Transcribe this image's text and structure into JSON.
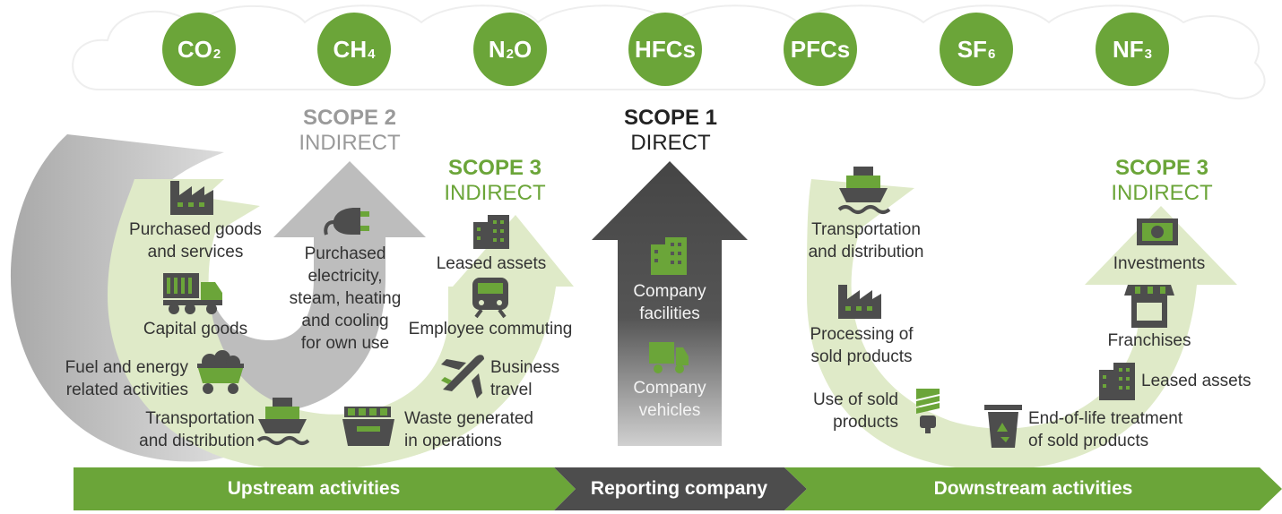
{
  "gases": [
    {
      "base": "CO",
      "sub": "2"
    },
    {
      "base": "CH",
      "sub": "4"
    },
    {
      "base": "N",
      "sub": "2",
      "tail": "O"
    },
    {
      "base": "HFCs",
      "sub": ""
    },
    {
      "base": "PFCs",
      "sub": ""
    },
    {
      "base": "SF",
      "sub": "6"
    },
    {
      "base": "NF",
      "sub": "3"
    }
  ],
  "scope2": {
    "title": "SCOPE 2",
    "subtitle": "INDIRECT"
  },
  "scope1": {
    "title": "SCOPE 1",
    "subtitle": "DIRECT"
  },
  "scope3_up": {
    "title": "SCOPE 3",
    "subtitle": "INDIRECT"
  },
  "scope3_down": {
    "title": "SCOPE 3",
    "subtitle": "INDIRECT"
  },
  "upstream": {
    "purchased_goods": "Purchased goods\nand services",
    "capital_goods": "Capital goods",
    "fuel_energy": "Fuel and energy\nrelated activities",
    "transport": "Transportation\nand distribution",
    "waste": "Waste generated\nin operations",
    "business_travel": "Business\ntravel",
    "employee_commuting": "Employee commuting",
    "leased_assets": "Leased assets"
  },
  "scope2_items": {
    "electricity": "Purchased\nelectricity,\nsteam, heating\nand cooling\nfor own use"
  },
  "reporting": {
    "facilities": "Company\nfacilities",
    "vehicles": "Company\nvehicles"
  },
  "downstream": {
    "transport": "Transportation\nand distribution",
    "processing": "Processing of\nsold products",
    "use": "Use of sold\nproducts",
    "end_of_life": "End-of-life treatment\nof sold products",
    "leased_assets": "Leased assets",
    "franchises": "Franchises",
    "investments": "Investments"
  },
  "bands": {
    "upstream": "Upstream activities",
    "reporting": "Reporting company",
    "downstream": "Downstream activities"
  },
  "colors": {
    "green": "#6ba539",
    "light_green": "#dfeac8",
    "dark_gray": "#4d4d4d",
    "gray": "#bdbdbd",
    "text": "#333333"
  }
}
